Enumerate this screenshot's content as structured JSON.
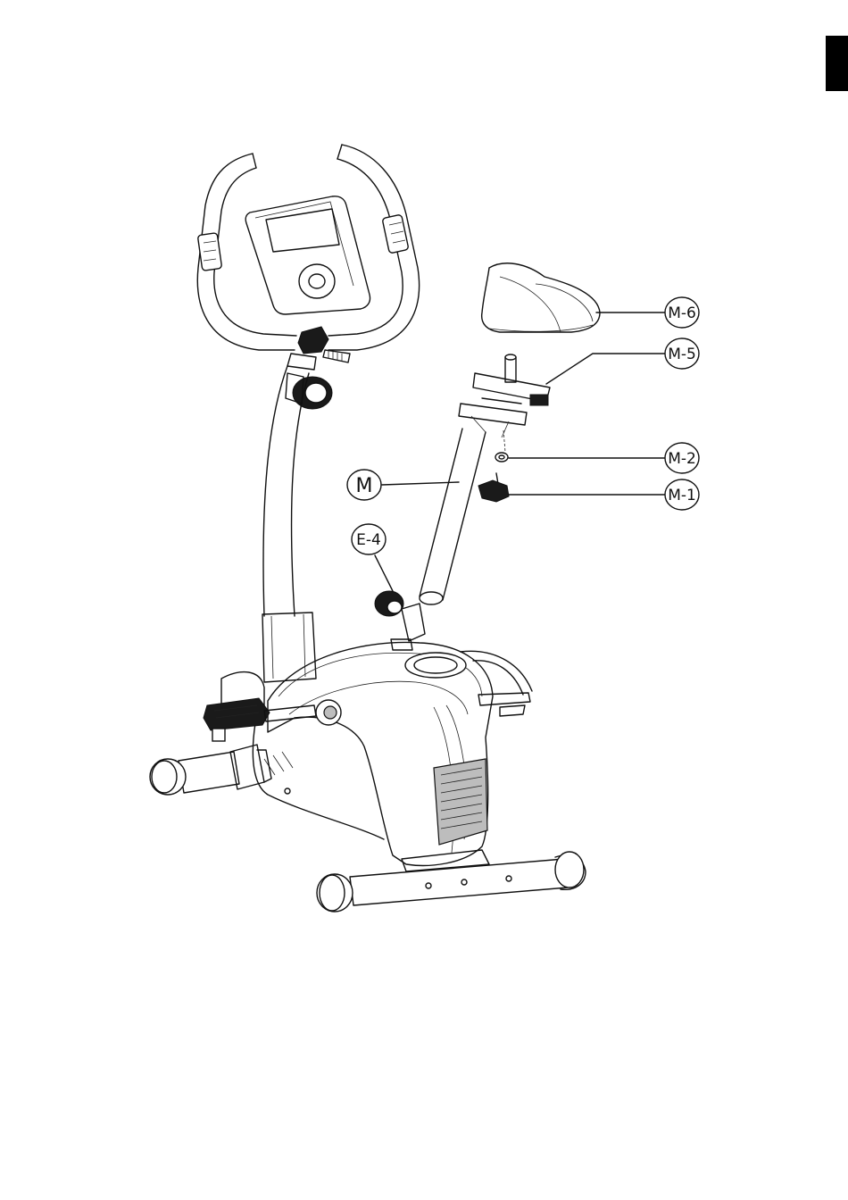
{
  "figure": {
    "callouts": {
      "m6": "M-6",
      "m5": "M-5",
      "m2": "M-2",
      "m1": "M-1",
      "m": "M",
      "e4": "E-4"
    }
  },
  "colors": {
    "line": "#111111",
    "background": "#ffffff",
    "tab": "#000000"
  }
}
